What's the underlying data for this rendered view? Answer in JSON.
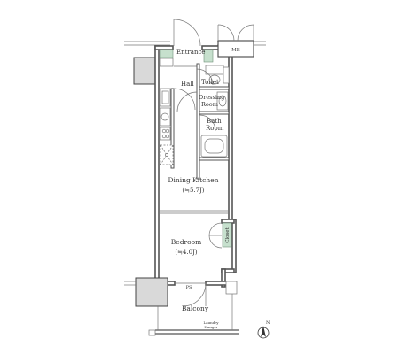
{
  "labels": {
    "entrance": "Entrance",
    "hall": "Hall",
    "toilet": "Toilet",
    "dressing_room_1": "Dressing",
    "dressing_room_2": "Room",
    "bath_room_1": "Bath",
    "bath_room_2": "Room",
    "dining_kitchen": "Dining Kitchen",
    "dining_kitchen_area": "(≒5.7J)",
    "bedroom": "Bedroom",
    "bedroom_area": "(≒4.0J)",
    "closet": "Closet",
    "balcony": "Balcony",
    "mb": "MB",
    "ps": "PS",
    "laundry_1": "Laundry",
    "laundry_2": "Hanger",
    "north": "N"
  }
}
